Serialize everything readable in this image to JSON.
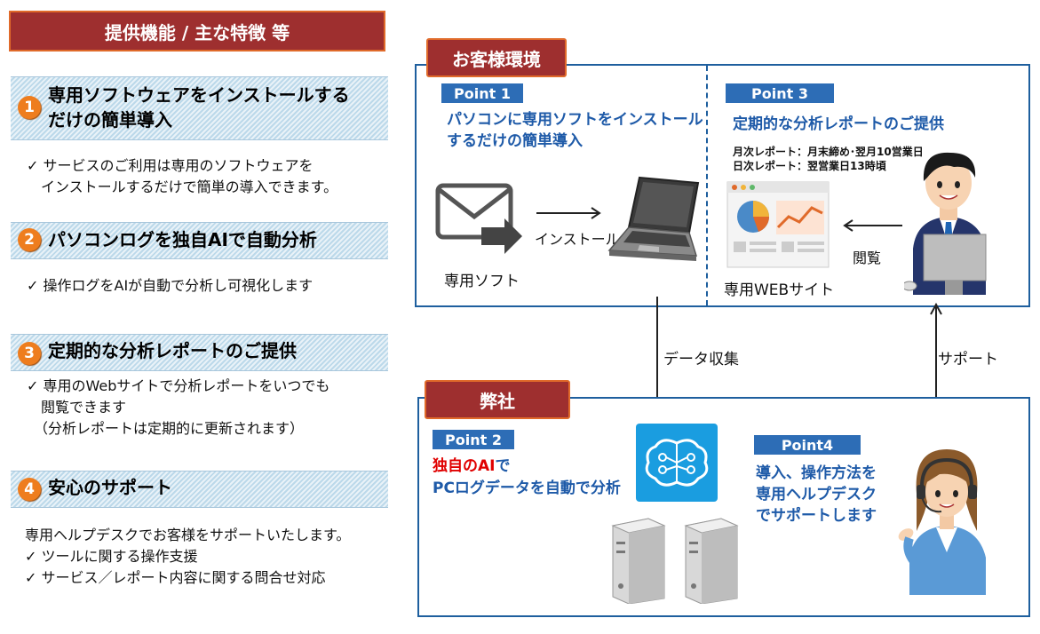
{
  "left": {
    "title": "提供機能 / 主な特徴 等",
    "features": [
      {
        "num": "1",
        "title_l1": "専用ソフトウェアをインストールする",
        "title_l2": "だけの簡単導入",
        "desc": [
          "✓ サービスのご利用は専用のソフトウェアを",
          "　インストールするだけで簡単の導入できます。"
        ]
      },
      {
        "num": "2",
        "title_l1": "パソコンログを独自AIで自動分析",
        "desc": [
          "✓ 操作ログをAIが自動で分析し可視化します"
        ]
      },
      {
        "num": "3",
        "title_l1": "定期的な分析レポートのご提供",
        "desc": [
          "✓ 専用のWebサイトで分析レポートをいつでも",
          "　閲覧できます",
          "（分析レポートは定期的に更新されます）"
        ]
      },
      {
        "num": "4",
        "title_l1": "安心のサポート",
        "desc": [
          "専用ヘルプデスクでお客様をサポートいたします。",
          "✓ ツールに関する操作支援",
          "✓ サービス／レポート内容に関する問合せ対応"
        ]
      }
    ]
  },
  "customer": {
    "tag": "お客様環境",
    "point1": {
      "label": "Point 1",
      "text_l1": "パソコンに専用ソフトをインストール",
      "text_l2": "するだけの簡単導入"
    },
    "point3": {
      "label": "Point 3",
      "text": "定期的な分析レポートのご提供",
      "monthly": "月次レポート：月末締め･翌月10営業日",
      "daily": "日次レポート：翌営業日13時頃"
    },
    "install_label": "インストール",
    "soft_label": "専用ソフト",
    "web_label": "専用WEBサイト",
    "view_label": "閲覧"
  },
  "flows": {
    "data_collect": "データ収集",
    "support": "サポート"
  },
  "company": {
    "tag": "弊社",
    "point2": {
      "label": "Point 2",
      "text_red": "独自のAI",
      "text_red_suffix": "で",
      "text_l2": "PCログデータを自動で分析"
    },
    "point4": {
      "label": "Point4",
      "text_l1": "導入、操作方法を",
      "text_l2": "専用ヘルプデスク",
      "text_l3": "でサポートします"
    }
  },
  "colors": {
    "accent_red": "#9e2f2f",
    "accent_orange": "#e06a2a",
    "point_blue": "#2d6db6",
    "text_blue": "#1e5aa8",
    "panel_border": "#1e5f9e"
  },
  "icons": [
    "envelope-icon",
    "laptop-icon",
    "web-report-icon",
    "businessman-icon",
    "ai-brain-icon",
    "server-icon",
    "operator-icon"
  ]
}
